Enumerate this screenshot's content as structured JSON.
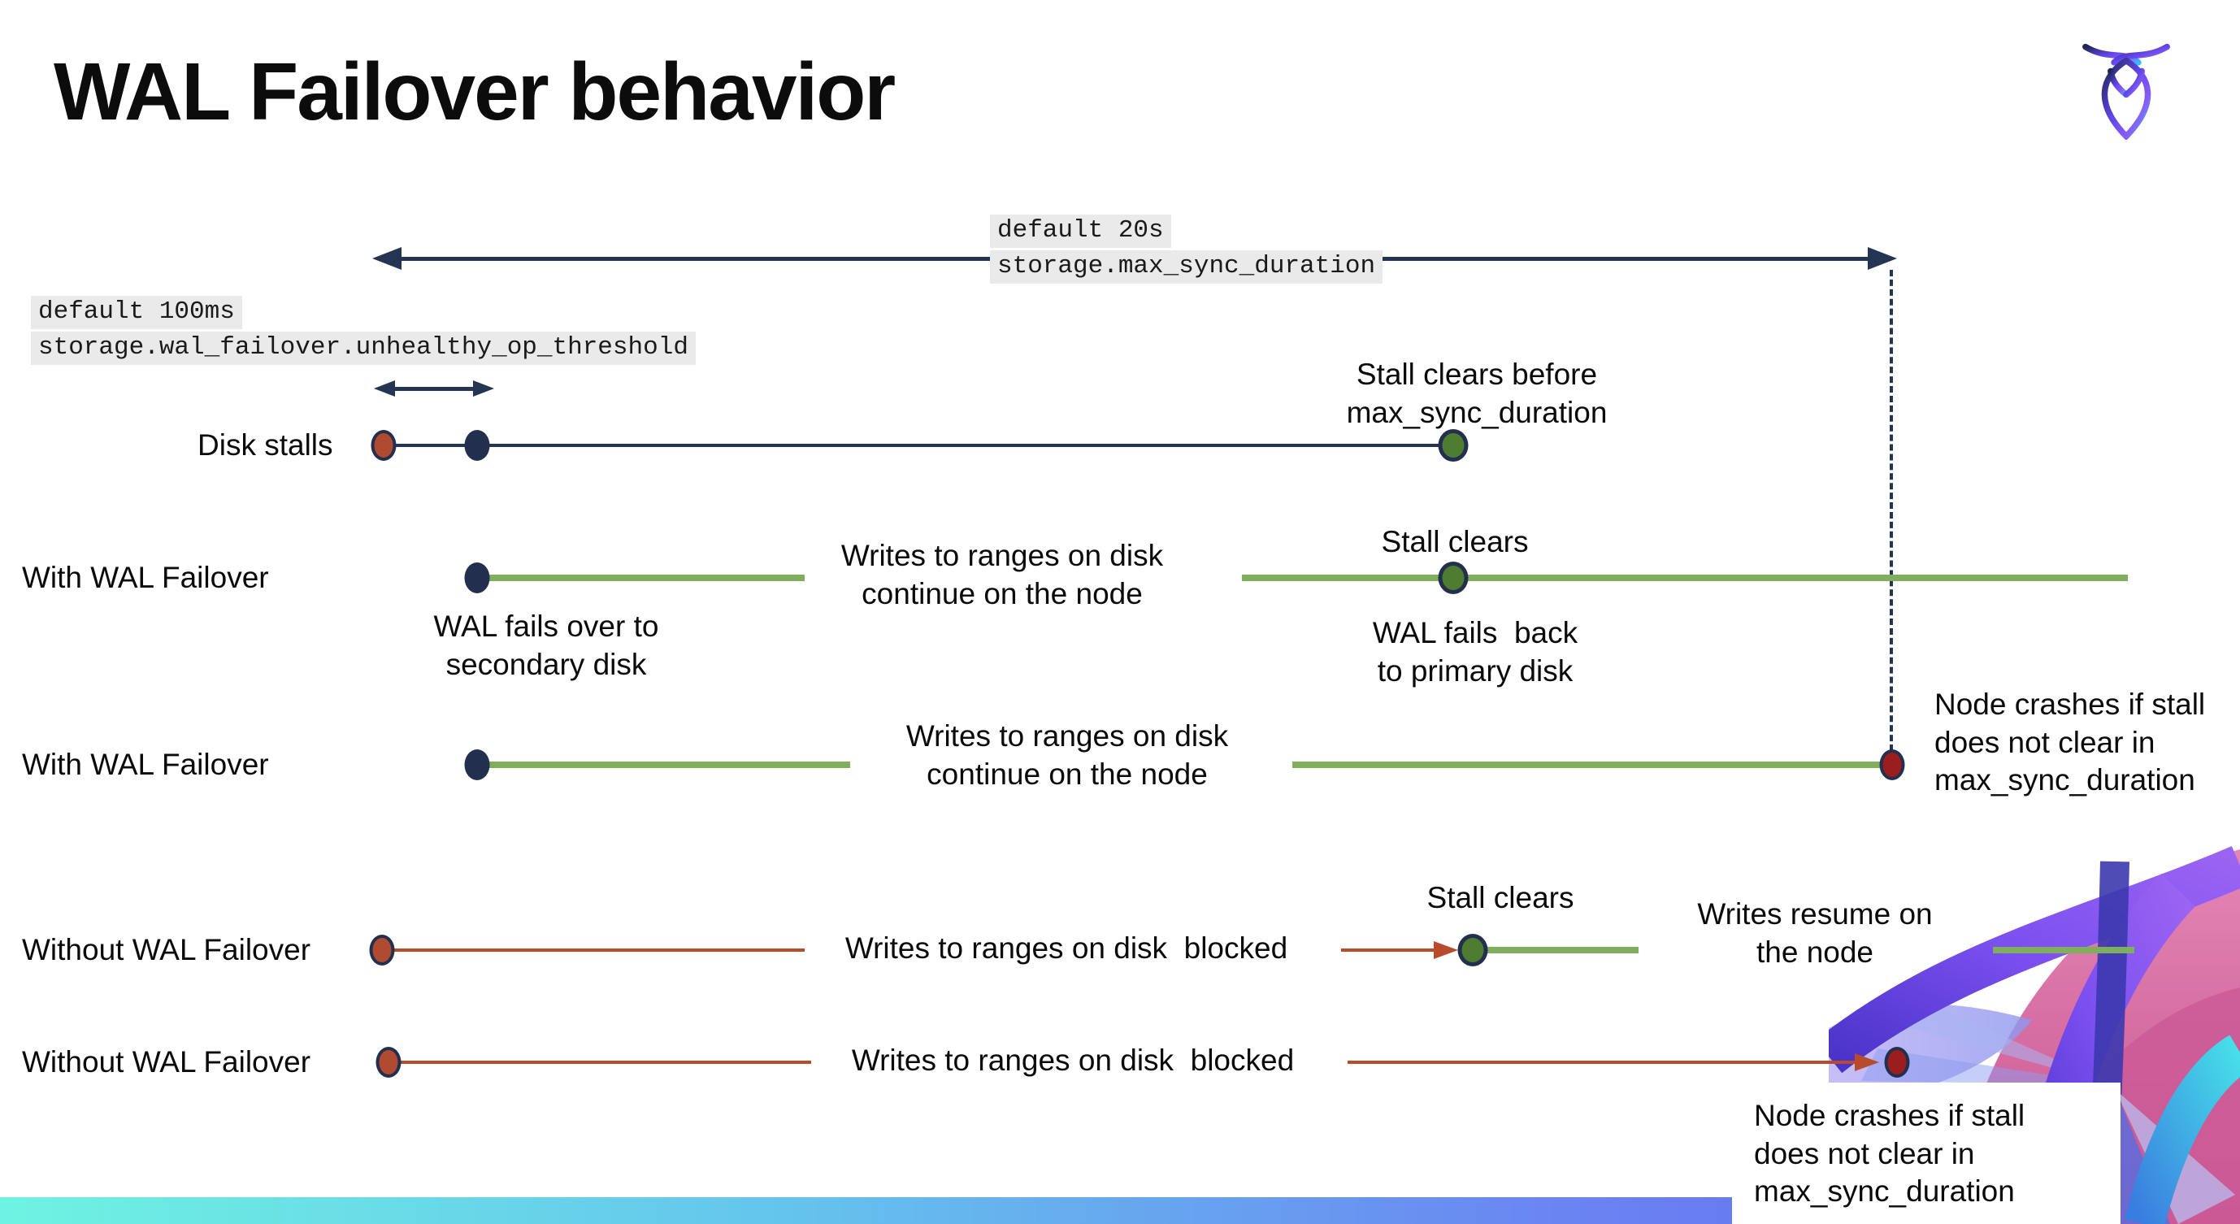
{
  "title": "WAL Failover behavior",
  "logo": {
    "name": "cockroachdb-logo"
  },
  "config_labels": {
    "max_sync": {
      "default": "default 20s",
      "setting": "storage.max_sync_duration"
    },
    "unhealthy_op": {
      "default": "default 100ms",
      "setting": "storage.wal_failover.unhealthy_op_threshold"
    }
  },
  "rows": {
    "disk_stalls": "Disk stalls",
    "with_wal_1": "With WAL Failover",
    "with_wal_2": "With WAL Failover",
    "without_wal_1": "Without WAL Failover",
    "without_wal_2": "Without WAL Failover"
  },
  "annotations": {
    "stall_clears_before": "Stall clears before\nmax_sync_duration",
    "writes_continue_1": "Writes to ranges on disk\ncontinue on the node",
    "stall_clears_1": "Stall clears",
    "wal_fails_over": "WAL fails over to\nsecondary disk",
    "wal_fails_back": "WAL fails  back\nto primary disk",
    "writes_continue_2": "Writes to ranges on disk\ncontinue on the node",
    "node_crashes_1": "Node crashes if stall\ndoes not clear in\nmax_sync_duration",
    "writes_blocked_1": "Writes to ranges on disk  blocked",
    "stall_clears_2": "Stall clears",
    "writes_resume": "Writes resume on\nthe node",
    "writes_blocked_2": "Writes to ranges on disk  blocked",
    "node_crashes_2": "Node crashes if stall\ndoes not clear in\nmax_sync_duration"
  },
  "colors": {
    "navy": "#243453",
    "green_line": "#7fae5d",
    "green_dot": "#4e7d32",
    "red_line": "#b94b2d",
    "red_dot": "#b04a31",
    "dark_red_dot": "#9b1d1d",
    "code_background": "#eaeaea",
    "footer_gradient_start": "#6EF3E1",
    "footer_gradient_end": "#6163F0"
  }
}
